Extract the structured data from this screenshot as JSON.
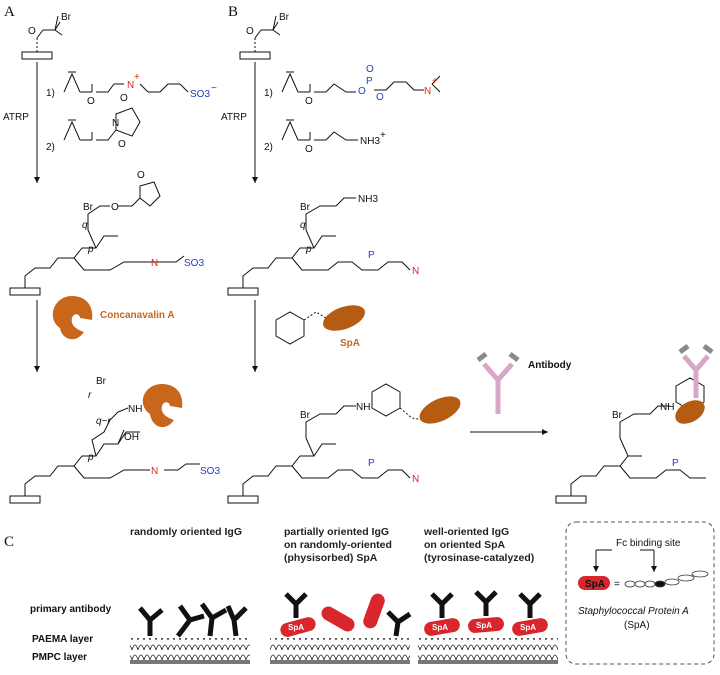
{
  "panels": {
    "a": "A",
    "b": "B",
    "c": "C"
  },
  "reactions": {
    "atrp_a": "ATRP",
    "atrp_b": "ATRP",
    "step1": "1)",
    "step2": "2)",
    "step1_b": "1)",
    "step2_b": "2)"
  },
  "atoms": {
    "br": "Br",
    "o": "O",
    "n": "N",
    "oh": "OH",
    "nh": "NH",
    "p": "P",
    "plus": "+",
    "minus": "−",
    "so3": "SO3",
    "nh3": "NH3",
    "sub_p": "p",
    "sub_q": "q",
    "sub_r": "r",
    "sub_qr": "q−r"
  },
  "proteins": {
    "concanavalin": "Concanavalin A",
    "spa": "SpA",
    "antibody": "Antibody"
  },
  "panel_c": {
    "captions": [
      "randomly oriented IgG",
      "partially oriented IgG\non randomly-oriented\n(physisorbed) SpA",
      "well-oriented IgG\non oriented SpA\n(tyrosinase-catalyzed)"
    ],
    "layer_labels": [
      "primary antibody",
      "PAEMA layer",
      "PMPC  layer"
    ],
    "legend": {
      "binding_site": "Fc binding site",
      "pill": "SpA",
      "equals": "=",
      "name": "Staphylococcal Protein A",
      "abbr": "(SpA)"
    }
  },
  "colors": {
    "concanavalin": "#c8661b",
    "spa_ellipse": "#b35c12",
    "antibody_pink": "#d8a6c8",
    "antibody_grey": "#8a8a8a",
    "spa_pill": "#d8262c",
    "zwitter_red": "#e0261b",
    "sulfonate_blue": "#1f3fbf"
  }
}
